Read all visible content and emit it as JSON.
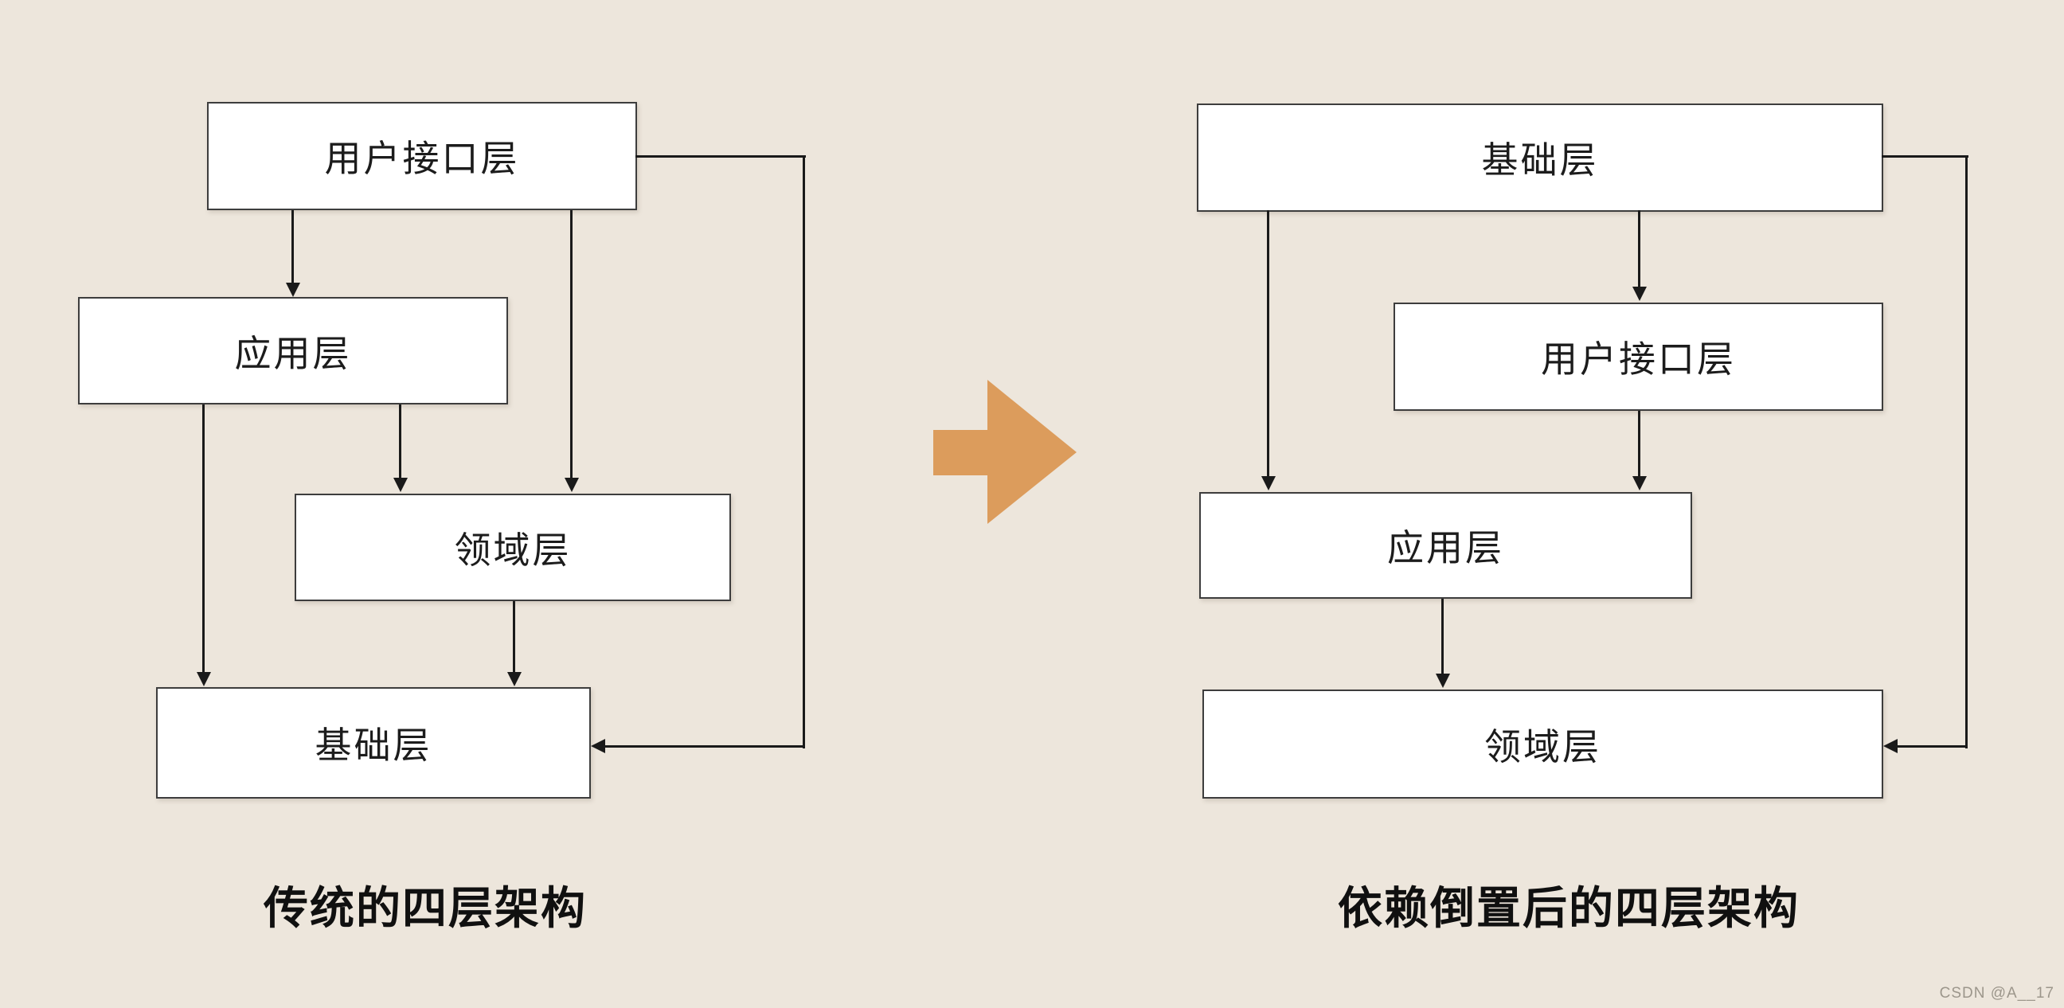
{
  "canvas": {
    "background_color": "#EDE6DC"
  },
  "styles": {
    "box_fill": "#FFFFFF",
    "box_border_color": "#3D3D3D",
    "line_color": "#1A1A1A",
    "caption_color": "#101010",
    "transform_arrow_color": "#DC9C5C",
    "watermark_color": "#9C968B"
  },
  "left_diagram": {
    "caption": "传统的四层架构",
    "boxes": [
      {
        "label": "用户接口层"
      },
      {
        "label": "应用层"
      },
      {
        "label": "领域层"
      },
      {
        "label": "基础层"
      }
    ],
    "edges": [
      {
        "from": "用户接口层",
        "to": "应用层"
      },
      {
        "from": "用户接口层",
        "to": "领域层"
      },
      {
        "from": "应用层",
        "to": "基础层"
      },
      {
        "from": "应用层",
        "to": "领域层"
      },
      {
        "from": "领域层",
        "to": "基础层"
      },
      {
        "from": "用户接口层",
        "to": "基础层"
      }
    ]
  },
  "right_diagram": {
    "caption": "依赖倒置后的四层架构",
    "boxes": [
      {
        "label": "基础层"
      },
      {
        "label": "用户接口层"
      },
      {
        "label": "应用层"
      },
      {
        "label": "领域层"
      }
    ],
    "edges": [
      {
        "from": "基础层",
        "to": "应用层"
      },
      {
        "from": "基础层",
        "to": "用户接口层"
      },
      {
        "from": "用户接口层",
        "to": "应用层"
      },
      {
        "from": "应用层",
        "to": "领域层"
      },
      {
        "from": "基础层",
        "to": "领域层"
      }
    ]
  },
  "transform_arrow": {
    "meaning": "transforms-into"
  },
  "watermark": {
    "text": "CSDN @A__17"
  }
}
